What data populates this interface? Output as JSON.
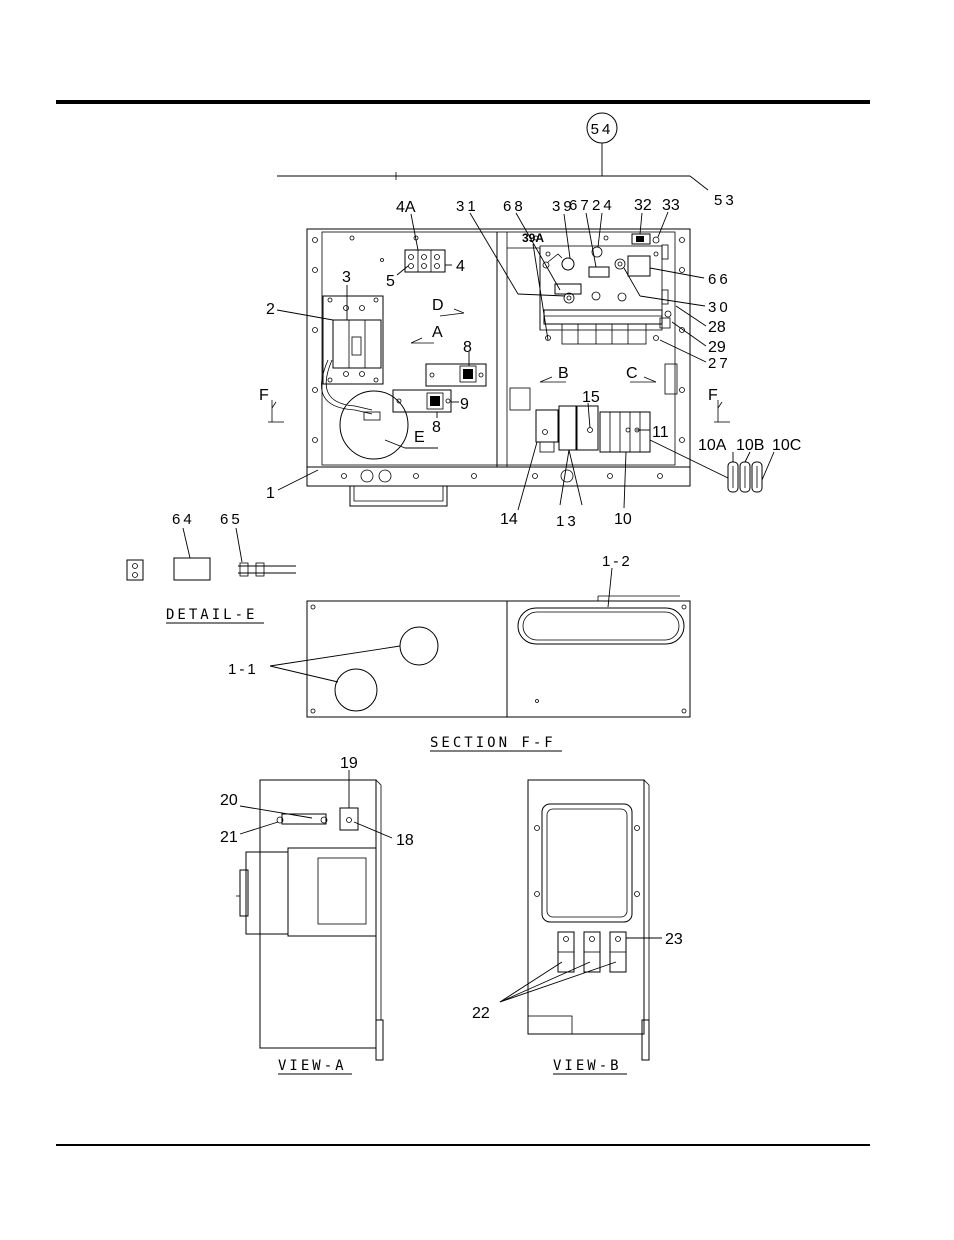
{
  "callouts": {
    "c54": "54",
    "c53": "53",
    "c4A": "4A",
    "c4": "4",
    "c5": "5",
    "c3": "3",
    "c2": "2",
    "c31": "31",
    "c68": "68",
    "c39": "39",
    "c39A": "39A",
    "c67": "67",
    "c24": "24",
    "c32": "32",
    "c33": "33",
    "c66": "66",
    "c30": "30",
    "c28": "28",
    "c29": "29",
    "c27": "27",
    "c8a": "8",
    "c8b": "8",
    "c9": "9",
    "c15": "15",
    "c11": "11",
    "c10A": "10A",
    "c10B": "10B",
    "c10C": "10C",
    "c1": "1",
    "c14": "14",
    "c13": "13",
    "c10": "10",
    "c64": "64",
    "c65": "65",
    "c1_2": "1-2",
    "c1_1": "1-1",
    "c19": "19",
    "c20": "20",
    "c21": "21",
    "c18": "18",
    "c23": "23",
    "c22": "22"
  },
  "view_markers": {
    "D": "D",
    "A": "A",
    "B": "B",
    "C": "C",
    "E": "E",
    "F_left": "F",
    "F_right": "F"
  },
  "view_labels": {
    "detail_e": "DETAIL-E",
    "section_ff": "SECTION F-F",
    "view_a": "VIEW-A",
    "view_b": "VIEW-B"
  }
}
